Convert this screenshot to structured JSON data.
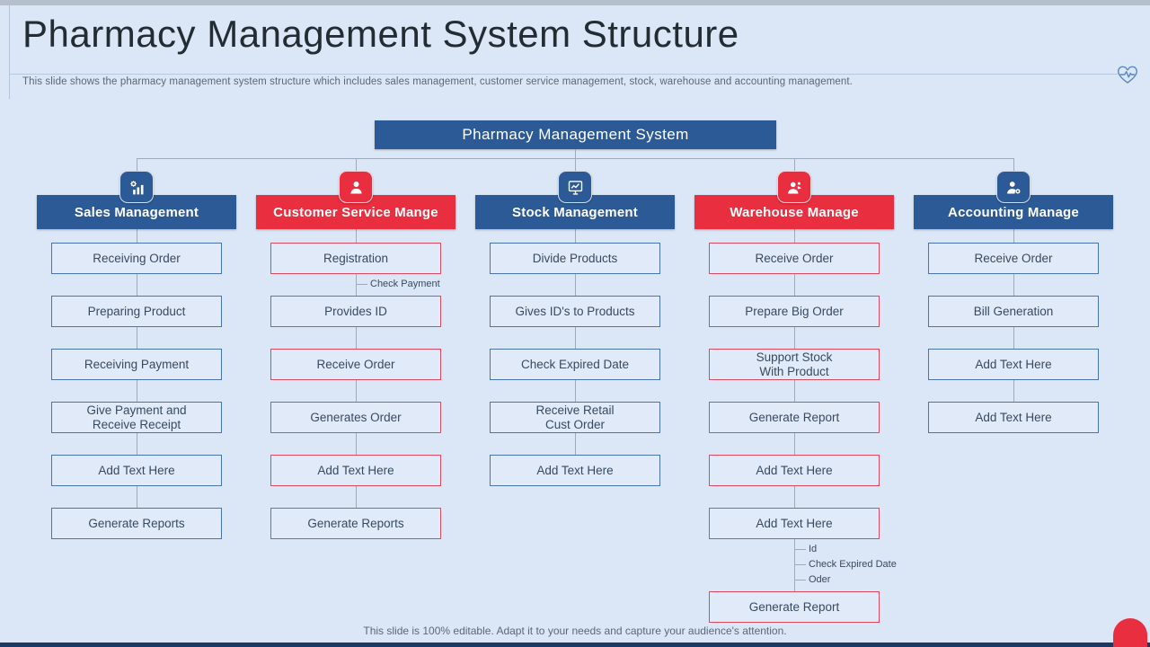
{
  "slide": {
    "title": "Pharmacy Management System Structure",
    "subtitle": "This slide shows the pharmacy management system structure which includes sales management, customer service management, stock, warehouse and accounting management.",
    "root_label": "Pharmacy Management System",
    "footer": "This slide is 100% editable. Adapt it to your needs and capture your audience's attention."
  },
  "decorations": {
    "top_right_icon": "heart-pulse-icon",
    "bottom_right_shape": "red-corner-tab"
  },
  "colors": {
    "slide_background": "#dbe6f6",
    "primary_blue": "#2c5a96",
    "accent_red": "#e82e3f",
    "box_fill": "#e1eaf8",
    "blue_border": "#4a74ad",
    "red_border": "#d84a60",
    "box_text": "#374a60",
    "connector": "#9fabb9",
    "title_text": "#232b33",
    "muted_text": "#5c6875",
    "bottom_bar": "#1d3864"
  },
  "columns": [
    {
      "label": "Sales Management",
      "theme": "blue",
      "icon": "bar-chart-gear-icon",
      "items": [
        {
          "type": "box",
          "text": "Receiving Order"
        },
        {
          "type": "box",
          "text": "Preparing Product"
        },
        {
          "type": "box",
          "text": "Receiving Payment"
        },
        {
          "type": "box",
          "text": "Give Payment and\nReceive Receipt"
        },
        {
          "type": "box",
          "text": "Add Text Here"
        },
        {
          "type": "box",
          "text": "Generate Reports"
        }
      ]
    },
    {
      "label": "Customer Service Mange",
      "theme": "red",
      "icon": "person-icon",
      "items": [
        {
          "type": "box",
          "text": "Registration"
        },
        {
          "type": "tick",
          "text": "Check Payment"
        },
        {
          "type": "box",
          "text": "Provides ID"
        },
        {
          "type": "box",
          "text": "Receive Order"
        },
        {
          "type": "box",
          "text": "Generates Order"
        },
        {
          "type": "box",
          "text": "Add Text Here"
        },
        {
          "type": "box",
          "text": "Generate Reports"
        }
      ]
    },
    {
      "label": "Stock Management",
      "theme": "blue",
      "icon": "monitor-chart-icon",
      "items": [
        {
          "type": "box",
          "text": "Divide Products"
        },
        {
          "type": "box",
          "text": "Gives ID's to Products"
        },
        {
          "type": "box",
          "text": "Check Expired Date"
        },
        {
          "type": "box",
          "text": "Receive Retail\nCust Order"
        },
        {
          "type": "box",
          "text": "Add Text Here"
        }
      ]
    },
    {
      "label": "Warehouse Manage",
      "theme": "red",
      "icon": "person-plus-icon",
      "items": [
        {
          "type": "box",
          "text": "Receive Order"
        },
        {
          "type": "box",
          "text": "Prepare Big Order"
        },
        {
          "type": "box",
          "text": "Support Stock\nWith Product"
        },
        {
          "type": "box",
          "text": "Generate Report"
        },
        {
          "type": "box",
          "text": "Add Text Here"
        },
        {
          "type": "box",
          "text": "Add Text Here"
        },
        {
          "type": "tick",
          "text": "Id"
        },
        {
          "type": "tick",
          "text": "Check Expired Date"
        },
        {
          "type": "tick",
          "text": "Oder"
        },
        {
          "type": "box",
          "text": "Generate Report"
        }
      ]
    },
    {
      "label": "Accounting Manage",
      "theme": "blue",
      "icon": "person-gear-icon",
      "items": [
        {
          "type": "box",
          "text": "Receive Order"
        },
        {
          "type": "box",
          "text": "Bill Generation"
        },
        {
          "type": "box",
          "text": "Add Text Here"
        },
        {
          "type": "box",
          "text": "Add Text Here"
        }
      ]
    }
  ]
}
